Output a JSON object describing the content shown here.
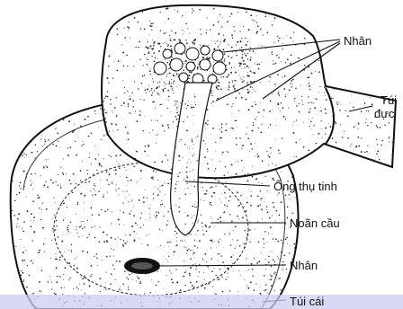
{
  "labels": {
    "nhan_top": "Nhân",
    "tui_duc_line1": "Túi",
    "tui_duc_line2": "đực",
    "ong_thu_tinh": "Ống thụ tinh",
    "noan_cau": "Noãn cầu",
    "nhan_bottom": "Nhân",
    "tui_cai": "Túi cái"
  },
  "colors": {
    "ink": "#111111",
    "stipple": "#2a2a2a",
    "paper": "#ffffff",
    "footer_band": "#c9cdee"
  }
}
